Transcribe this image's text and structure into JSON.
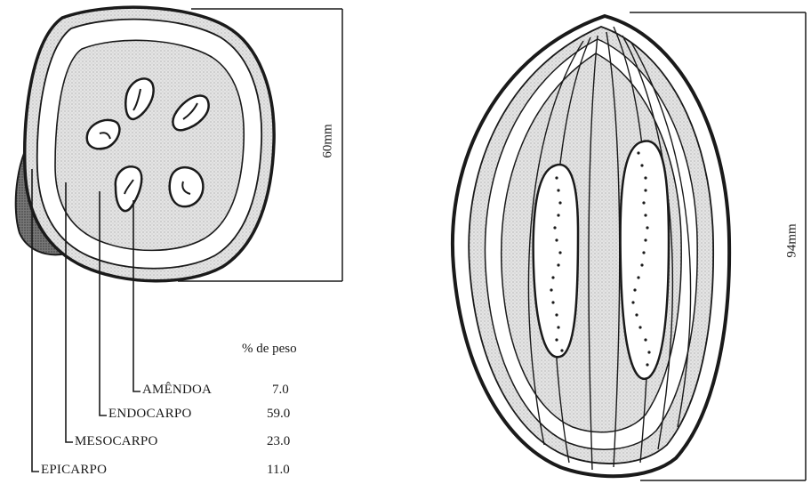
{
  "cross_section": {
    "dimension": "60mm",
    "header": "% de peso",
    "rows": [
      {
        "label": "AMÊNDOA",
        "value": "7.0"
      },
      {
        "label": "ENDOCARPO",
        "value": "59.0"
      },
      {
        "label": "MESOCARPO",
        "value": "23.0"
      },
      {
        "label": "EPICARPO",
        "value": "11.0"
      }
    ]
  },
  "longitudinal_section": {
    "dimension": "94mm"
  },
  "colors": {
    "ink": "#1a1a1a",
    "shade": "#c9c9c9",
    "paper": "#ffffff"
  }
}
